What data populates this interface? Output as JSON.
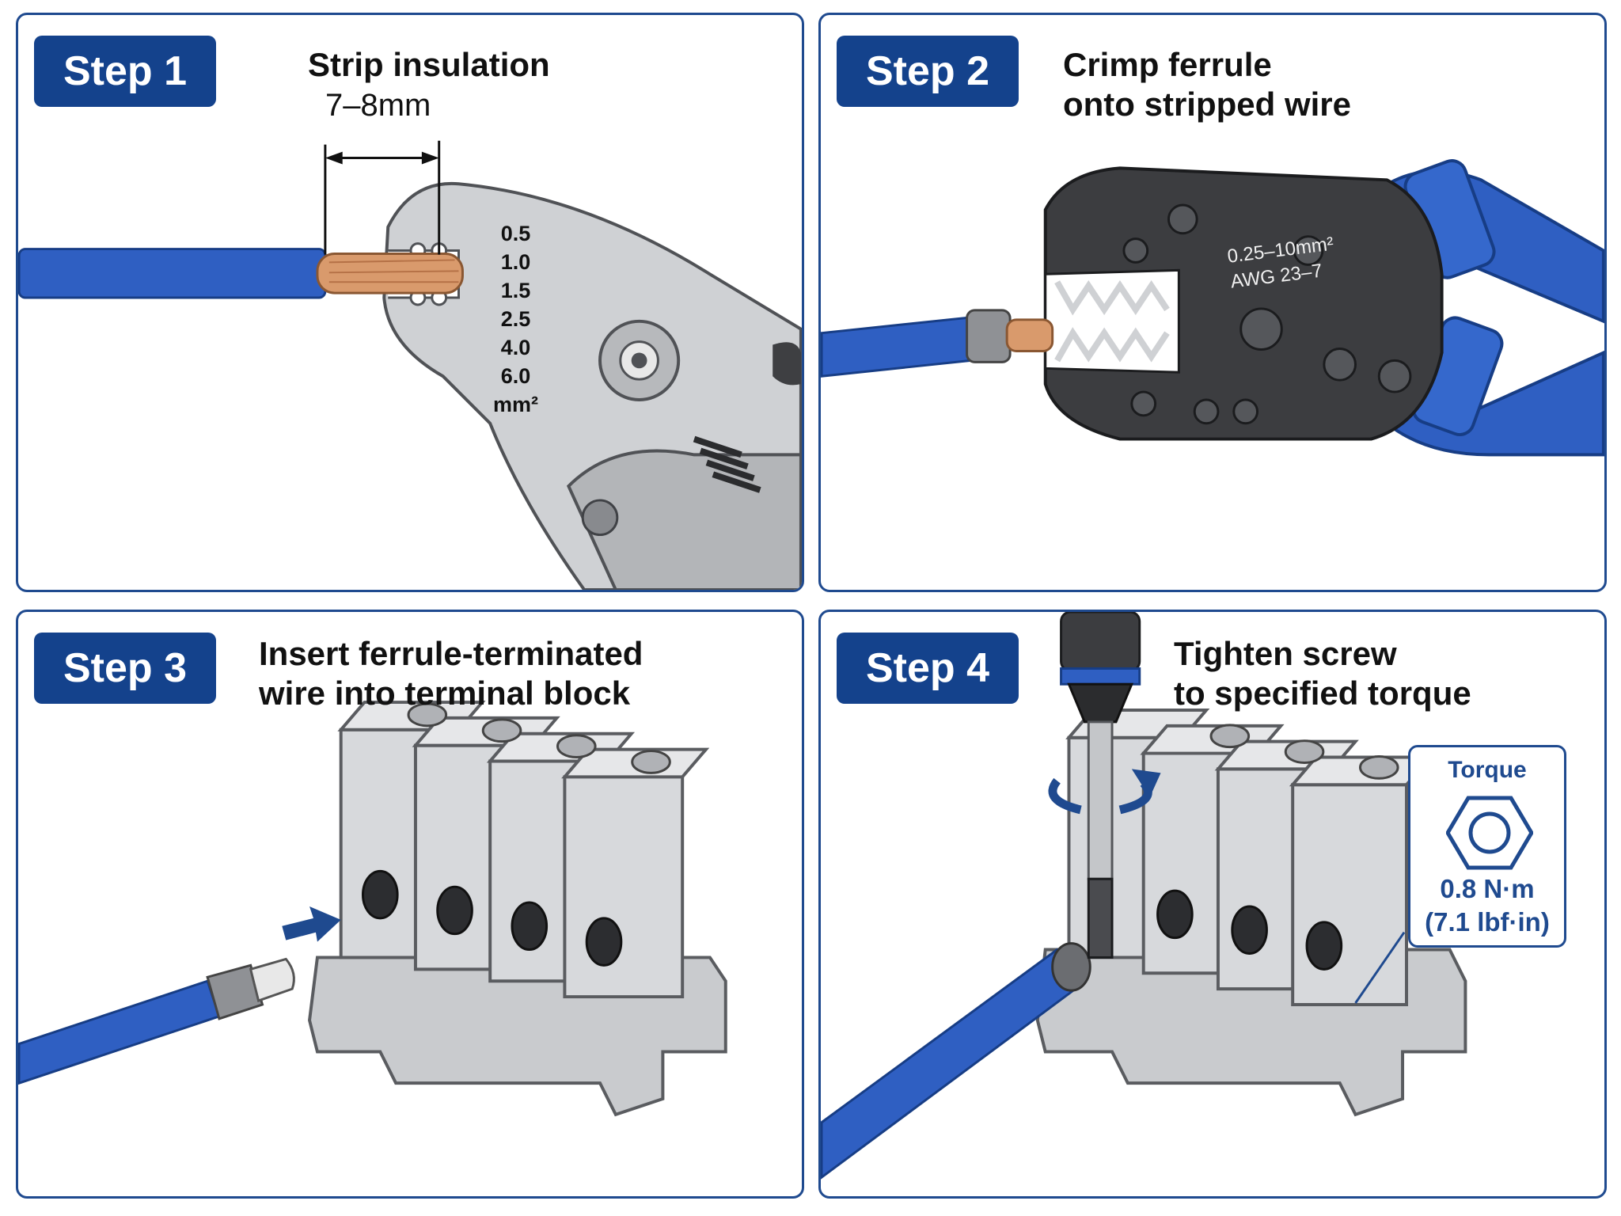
{
  "steps": [
    {
      "badge": "Step 1",
      "caption_line1": "Strip insulation",
      "caption_line2": ""
    },
    {
      "badge": "Step 2",
      "caption_line1": "Crimp ferrule",
      "caption_line2": "onto stripped wire"
    },
    {
      "badge": "Step 3",
      "caption_line1": "Insert ferrule-terminated",
      "caption_line2": "wire into terminal block"
    },
    {
      "badge": "Step 4",
      "caption_line1": "Tighten screw",
      "caption_line2": "to specified torque"
    }
  ],
  "strip_length": "7–8mm",
  "stripper_scale": [
    "0.5",
    "1.0",
    "1.5",
    "2.5",
    "4.0",
    "6.0",
    "mm²"
  ],
  "crimper_label": {
    "range": "0.25–10mm²",
    "awg": "AWG 23–7"
  },
  "torque": {
    "title": "Torque",
    "metric": "0.8 N·m",
    "imperial": "(7.1 lbf·in)"
  },
  "colors": {
    "accent": "#14428c",
    "wire": "#2f5fc2",
    "copper": "#d99a6c",
    "tool_gray": "#cfd1d4",
    "crimper_dark": "#3c3d40"
  },
  "icons": [
    "hex-nut-icon",
    "rotation-arrow-icon",
    "insert-arrow-icon",
    "dimension-arrow-icon"
  ]
}
